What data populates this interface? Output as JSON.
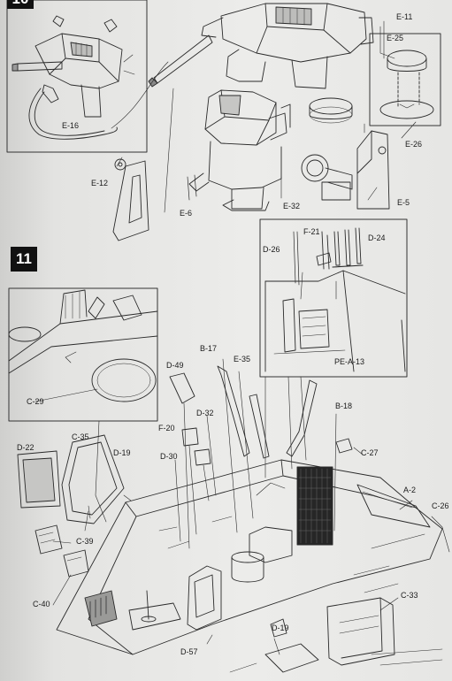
{
  "steps": {
    "step_10": "10",
    "step_11": "11"
  },
  "parts_top": {
    "e16": "E-16",
    "e12": "E-12",
    "e6": "E-6",
    "e11": "E-11",
    "e25": "E-25",
    "e26": "E-26",
    "e32": "E-32",
    "e5": "E-5"
  },
  "parts_inset": {
    "d26": "D-26",
    "f21": "F-21",
    "d24": "D-24",
    "pea13": "PE-A-13",
    "c29": "C-29"
  },
  "parts_bottom": {
    "b17": "B-17",
    "e35": "E-35",
    "d49": "D-49",
    "d32": "D-32",
    "b18": "B-18",
    "f20": "F-20",
    "c27": "C-27",
    "d22": "D-22",
    "c35": "C-35",
    "d19a": "D-19",
    "d30": "D-30",
    "a2": "A-2",
    "c26": "C-26",
    "c39": "C-39",
    "c40": "C-40",
    "c33": "C-33",
    "d19b": "D-19",
    "d57": "D-57"
  }
}
